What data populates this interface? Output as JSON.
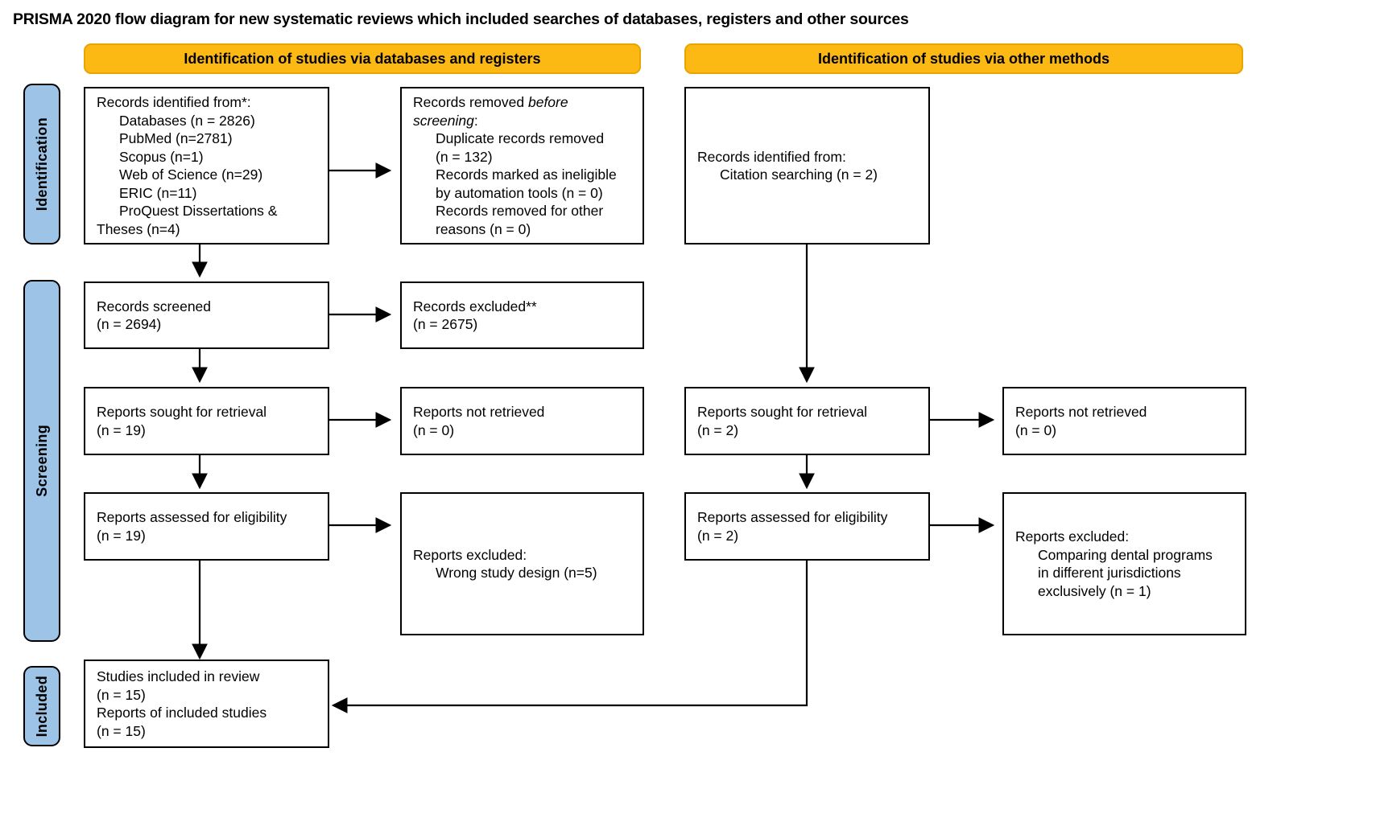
{
  "title": "PRISMA 2020 flow diagram for new systematic reviews which included searches of databases, registers and other sources",
  "banners": {
    "left": "Identification of studies via databases and registers",
    "right": "Identification of studies via other methods"
  },
  "stages": {
    "identification": "Identification",
    "screening": "Screening",
    "included": "Included"
  },
  "colors": {
    "banner_fill": "#fcb813",
    "stage_fill": "#9dc3e6",
    "box_border": "#000000",
    "background": "#ffffff"
  },
  "boxes": {
    "records_identified": {
      "line1": "Records identified from*:",
      "line2": "Databases (n = 2826)",
      "line3": "PubMed (n=2781)",
      "line4": "Scopus (n=1)",
      "line5": "Web of Science (n=29)",
      "line6": "ERIC (n=11)",
      "line7": "ProQuest Dissertations &",
      "line8": "Theses (n=4)"
    },
    "records_removed": {
      "line1_a": "Records removed ",
      "line1_b": "before",
      "line2_a": "screening",
      "line2_b": ":",
      "line3": "Duplicate records removed",
      "line4": "(n = 132)",
      "line5": "Records marked as ineligible",
      "line6": "by automation tools (n = 0)",
      "line7": "Records removed for other",
      "line8": "reasons (n = 0)"
    },
    "records_screened": {
      "line1": "Records screened",
      "line2": "(n = 2694)"
    },
    "records_excluded": {
      "line1": "Records excluded**",
      "line2": "(n = 2675)"
    },
    "reports_sought_left": {
      "line1": "Reports sought for retrieval",
      "line2": "(n = 19)"
    },
    "reports_not_retrieved_left": {
      "line1": "Reports not retrieved",
      "line2": "(n = 0)"
    },
    "reports_assessed_left": {
      "line1": "Reports assessed for eligibility",
      "line2": "(n = 19)"
    },
    "reports_excluded_left": {
      "line1": "Reports excluded:",
      "line2": "Wrong study design (n=5)"
    },
    "records_identified_other": {
      "line1": "Records identified from:",
      "line2": "Citation searching (n = 2)"
    },
    "reports_sought_right": {
      "line1": "Reports sought for retrieval",
      "line2": "(n = 2)"
    },
    "reports_not_retrieved_right": {
      "line1": "Reports not retrieved",
      "line2": "(n = 0)"
    },
    "reports_assessed_right": {
      "line1": "Reports assessed for eligibility",
      "line2": "(n = 2)"
    },
    "reports_excluded_right": {
      "line1": "Reports excluded:",
      "line2": "Comparing dental programs",
      "line3": "in different jurisdictions",
      "line4": "exclusively (n = 1)"
    },
    "studies_included": {
      "line1": "Studies included in review",
      "line2": "(n = 15)",
      "line3": "Reports of included studies",
      "line4": "(n = 15)"
    }
  }
}
